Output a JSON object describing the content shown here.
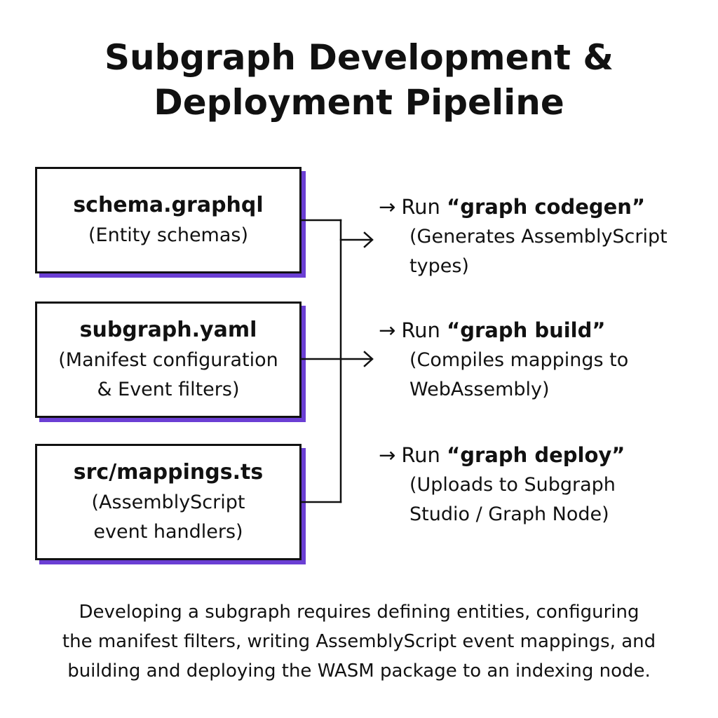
{
  "title": {
    "line1": "Subgraph Development &",
    "line2": "Deployment Pipeline"
  },
  "boxes": [
    {
      "title": "schema.graphql",
      "lines": [
        "(Entity schemas)"
      ]
    },
    {
      "title": "subgraph.yaml",
      "lines": [
        "(Manifest configuration",
        "& Event filters)"
      ]
    },
    {
      "title": "src/mappings.ts",
      "lines": [
        "(AssemblyScript",
        "event handlers)"
      ]
    }
  ],
  "steps": [
    {
      "arrow": "→",
      "prefix": "Run ",
      "command": "“graph codegen”",
      "lines": [
        "(Generates AssemblyScript",
        "types)"
      ]
    },
    {
      "arrow": "→",
      "prefix": "Run ",
      "command": "“graph build”",
      "lines": [
        "(Compiles mappings to",
        "WebAssembly)"
      ]
    },
    {
      "arrow": "→",
      "prefix": "Run ",
      "command": "“graph deploy”",
      "lines": [
        "(Uploads to Subgraph",
        "Studio / Graph Node)"
      ]
    }
  ],
  "footer": {
    "lines": [
      "Developing a subgraph requires defining entities, configuring",
      "the manifest filters, writing AssemblyScript event mappings, and",
      "building and deploying the WASM package to an indexing node."
    ]
  },
  "colors": {
    "shadow": "#6b3fd4",
    "stroke": "#111111"
  }
}
